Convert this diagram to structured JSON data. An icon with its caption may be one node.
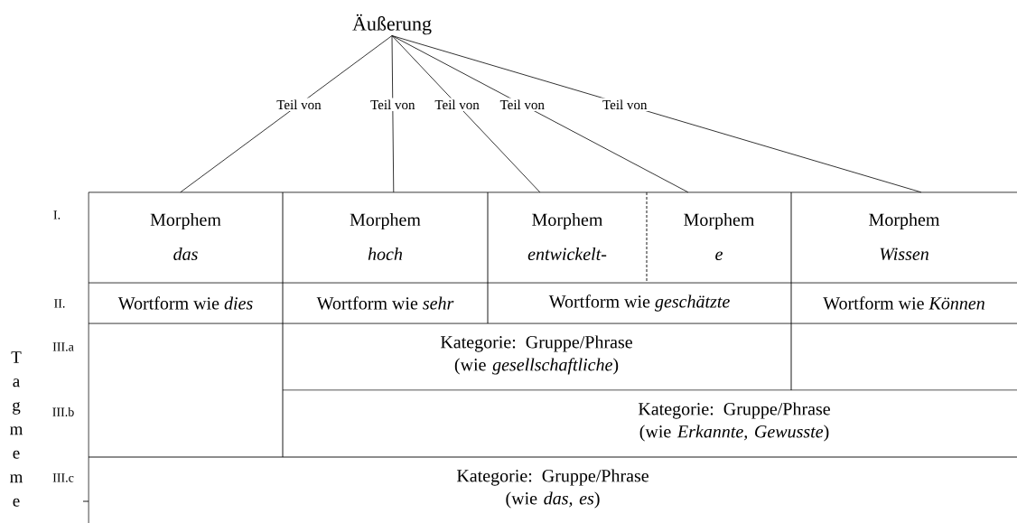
{
  "diagram": {
    "nodes": [
      {
        "text": [
          "Äußerung"
        ]
      },
      {
        "text": [
          "Morphem",
          "das"
        ]
      },
      {
        "text": [
          "Morphem",
          "hoch"
        ]
      },
      {
        "text": [
          "Morphem",
          "entwickelt-"
        ]
      },
      {
        "text": [
          "Morphem",
          "e"
        ]
      },
      {
        "text": [
          "Morphem",
          "Wissen"
        ]
      },
      {
        "text": [
          "Wortform wie *dies*"
        ]
      },
      {
        "text": [
          "Wortform wie *sehr*"
        ]
      },
      {
        "text": [
          "Wortform wie *geschätzte*"
        ]
      },
      {
        "text": [
          "Wortform wie *Können*"
        ]
      },
      {
        "text": [
          "Kategorie: Gruppe/Phrase (wie *gesellschaftliche*)"
        ]
      },
      {
        "text": [
          "Kategorie: Gruppe/Phrase (wie *Erkannte, Gewusste*)"
        ]
      },
      {
        "text": [
          "Kategorie: Gruppe/Phrase (wie *das, es*)"
        ]
      }
    ],
    "edges": [
      {
        "from": 0,
        "to": 1,
        "arrow": "none",
        "label": "Teil von"
      },
      {
        "from": 0,
        "to": 2,
        "arrow": "none",
        "label": "Teil von"
      },
      {
        "from": 0,
        "to": 3,
        "arrow": "none",
        "label": "Teil von"
      },
      {
        "from": 0,
        "to": 4,
        "arrow": "none",
        "label": "Teil von"
      },
      {
        "from": 0,
        "to": 5,
        "arrow": "none",
        "label": "Teil von"
      }
    ],
    "labels": [
      "I.",
      "II.",
      "Tagmeme",
      "III.a",
      "III.b",
      "III.c"
    ]
  }
}
